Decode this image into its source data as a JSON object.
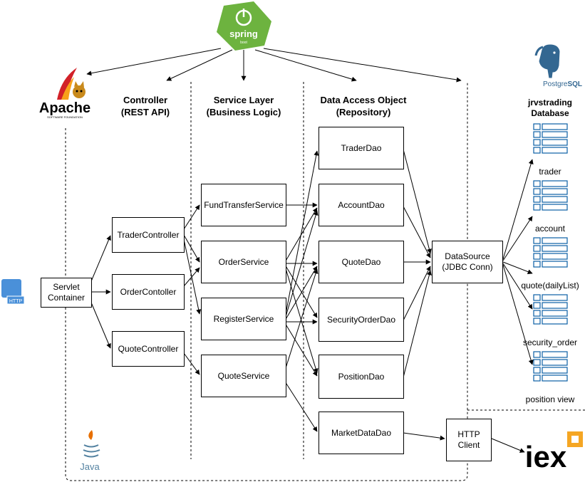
{
  "logos": {
    "spring": "spring",
    "spring_sub": "boot",
    "apache": "Apache",
    "apache_sub": "SOFTWARE FOUNDATION",
    "postgres_a": "Postgre",
    "postgres_b": "SQL",
    "java": "Java",
    "iex": "iex",
    "http_badge": "HTTP"
  },
  "headers": {
    "controller": "Controller\n(REST API)",
    "service": "Service Layer\n(Business Logic)",
    "dao": "Data Access Object\n(Repository)"
  },
  "boxes": {
    "servlet": "Servlet\nContainer",
    "trader_controller": "TraderController",
    "order_controller": "OrderContoller",
    "quote_controller": "QuoteController",
    "fund_transfer_service": "FundTransferService",
    "order_service": "OrderService",
    "register_service": "RegisterService",
    "quote_service": "QuoteService",
    "trader_dao": "TraderDao",
    "account_dao": "AccountDao",
    "quote_dao": "QuoteDao",
    "security_order_dao": "SecurityOrderDao",
    "position_dao": "PositionDao",
    "market_data_dao": "MarketDataDao",
    "datasource": "DataSource\n(JDBC Conn)",
    "http_client": "HTTP\nClient"
  },
  "database": {
    "title": "jrvstrading\nDatabase",
    "tables": [
      "trader",
      "account",
      "quote(dailyList)",
      "security_order",
      "position view"
    ]
  },
  "colors": {
    "spring_green": "#6db33f",
    "java_orange": "#e76f00",
    "java_blue": "#5382a1",
    "postgres_blue": "#336791",
    "iex_orange": "#f5a623",
    "http_blue": "#4a90d9",
    "db_blue": "#0b5fa5"
  }
}
